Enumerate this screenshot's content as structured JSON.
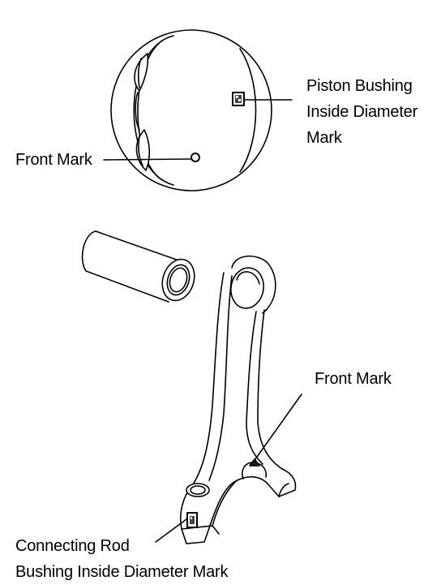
{
  "labels": {
    "piston_bushing_mark": {
      "line1": "Piston Bushing",
      "line2": "Inside Diameter",
      "line3": "Mark"
    },
    "piston_front_mark": "Front Mark",
    "rod_front_mark": "Front Mark",
    "rod_bushing_mark": {
      "line1": "Connecting Rod",
      "line2": "Bushing Inside Diameter Mark"
    }
  },
  "colors": {
    "ink": "#000000",
    "paper": "#ffffff"
  }
}
